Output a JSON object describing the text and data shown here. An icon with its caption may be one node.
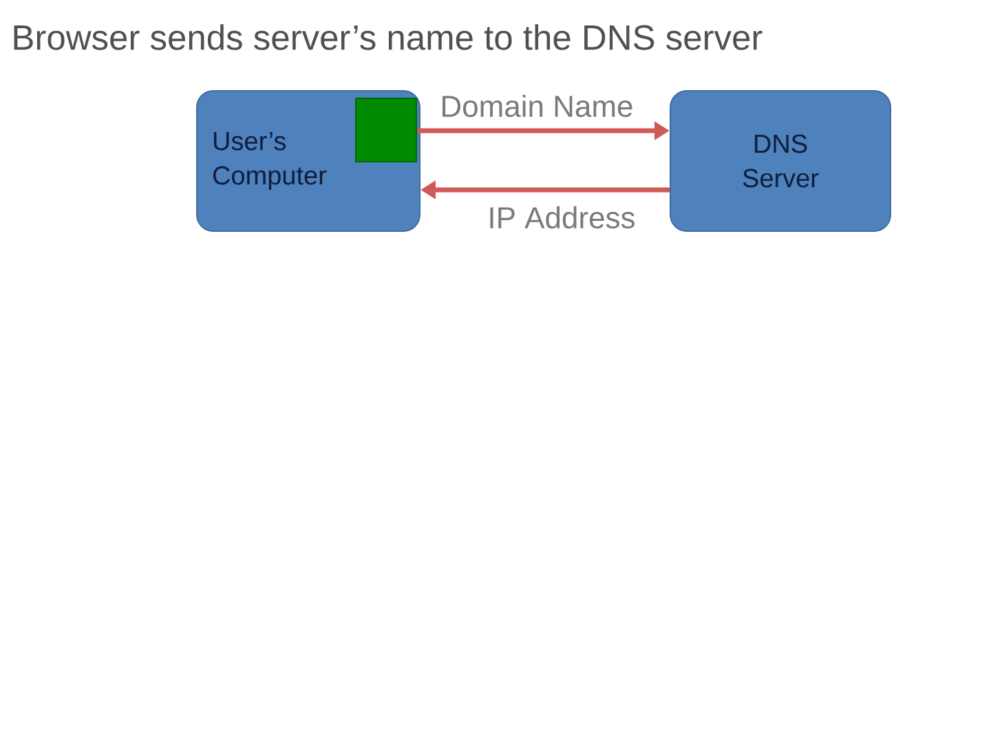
{
  "diagram": {
    "title": "Browser sends server’s name to the DNS server",
    "nodes": [
      {
        "text": [
          "User’s Computer"
        ]
      },
      {
        "text": [],
        "shape": "box",
        "in": 0
      },
      {
        "text": [
          "DNS Server"
        ]
      }
    ],
    "edges": [
      {
        "from": 1,
        "to": 2,
        "arrow": "to",
        "label": "Domain Name"
      },
      {
        "from": 2,
        "to": 0,
        "arrow": "to",
        "label": "IP Address"
      }
    ]
  }
}
